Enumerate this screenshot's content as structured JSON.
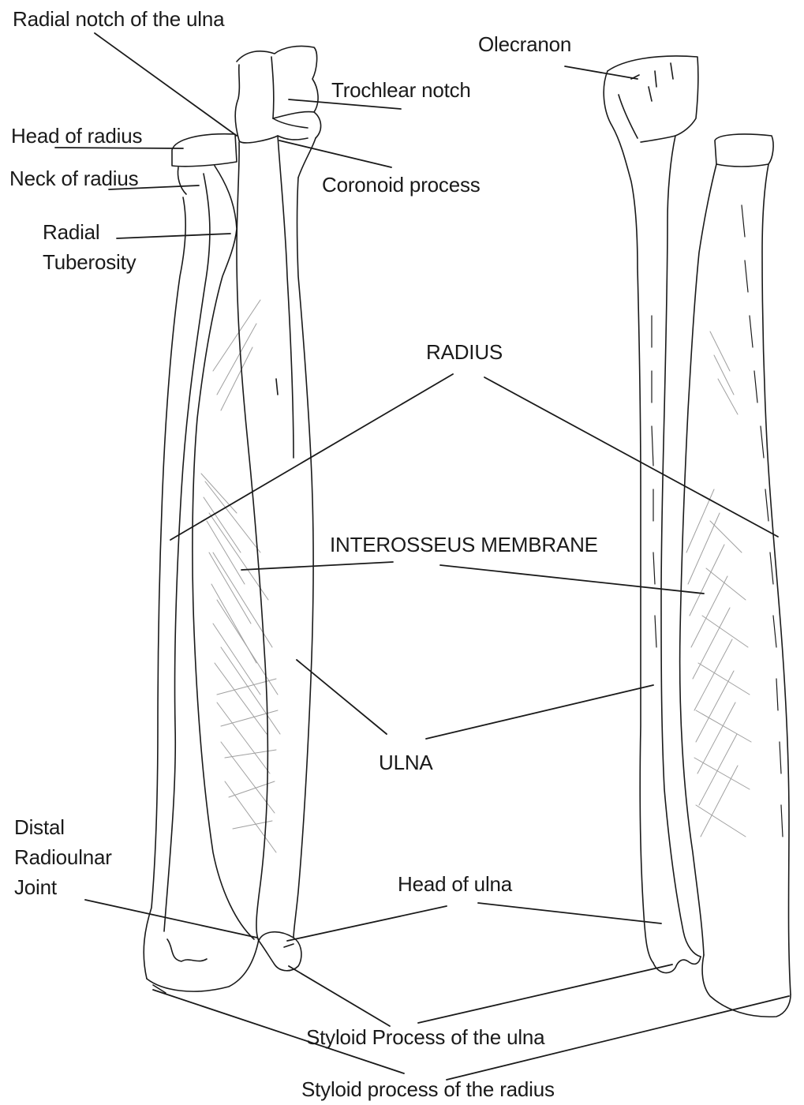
{
  "diagram": {
    "line_color": "#1a1a1a",
    "shade_color": "#9a9a9a",
    "background": "#ffffff",
    "labels": {
      "radial_notch": "Radial notch of the ulna",
      "olecranon": "Olecranon",
      "trochlear_notch": "Trochlear notch",
      "head_of_radius": "Head of radius",
      "neck_of_radius": "Neck of radius",
      "coronoid_process": "Coronoid process",
      "radial_tuberosity_1": "Radial",
      "radial_tuberosity_2": "Tuberosity",
      "radius": "RADIUS",
      "interosseus_membrane": "INTEROSSEUS MEMBRANE",
      "ulna": "ULNA",
      "distal_radioulnar_joint_1": "Distal",
      "distal_radioulnar_joint_2": "Radioulnar",
      "distal_radioulnar_joint_3": "Joint",
      "head_of_ulna": "Head of ulna",
      "styloid_ulna": "Styloid Process of the ulna",
      "styloid_radius": "Styloid process of the radius"
    }
  }
}
